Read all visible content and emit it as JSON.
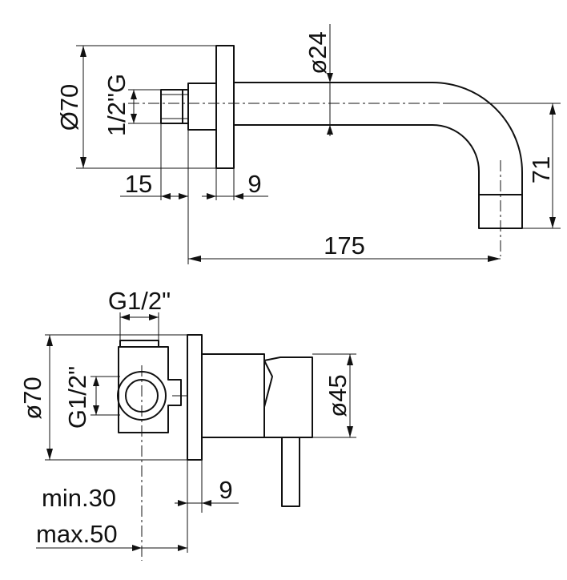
{
  "top_view": {
    "flange_diameter": "Ø70",
    "pipe_diameter": "ø24",
    "thread": "1/2\"G",
    "thread_length": "15",
    "flange_thickness": "9",
    "spout_length": "175",
    "spout_drop": "71"
  },
  "bottom_view": {
    "connection_thread": "G1/2\"",
    "side_thread": "G1/2\"",
    "flange_diameter": "ø70",
    "body_diameter": "ø45",
    "cover_thickness": "9",
    "depth_min": "min.30",
    "depth_max": "max.50"
  },
  "colors": {
    "line": "#111111",
    "background": "#ffffff"
  }
}
